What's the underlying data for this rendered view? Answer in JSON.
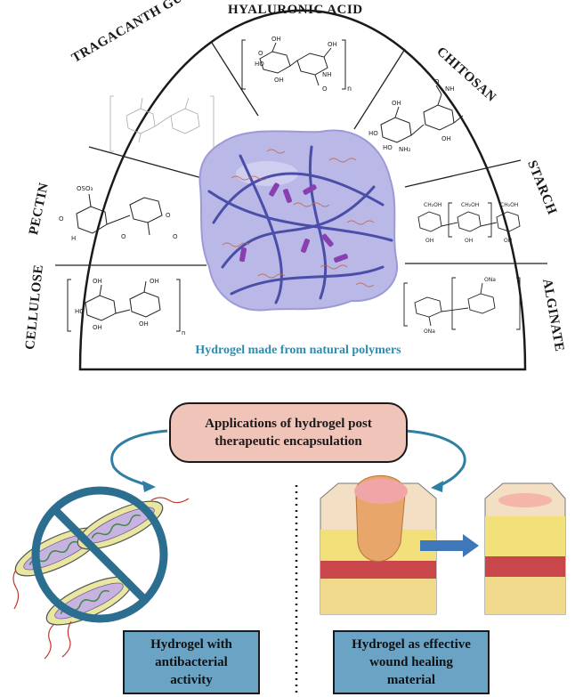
{
  "polymers": {
    "hyaluronic_acid": "HYALURONIC ACID",
    "tragacanth_gum": "TRAGACANTH GUM",
    "chitosan": "CHITOSAN",
    "pectin": "PECTIN",
    "starch": "STARCH",
    "cellulose": "CELLULOSE",
    "alginate": "ALGINATE"
  },
  "hydrogel_caption": "Hydrogel made from natural polymers",
  "applications": {
    "title_line1": "Applications of hydrogel post",
    "title_line2": "therapeutic encapsulation"
  },
  "antibacterial": {
    "line1": "Hydrogel with",
    "line2": "antibacterial",
    "line3": "activity"
  },
  "wound": {
    "line1": "Hydrogel as effective",
    "line2": "wound healing",
    "line3": "material"
  },
  "colors": {
    "hydrogel_fill": "#b9b8e6",
    "network": "#4a4ea8",
    "caption": "#2e8bb0",
    "app_box": "#f1c4b9",
    "result_box": "#6ba3c4",
    "arrow": "#2f7ea3"
  }
}
